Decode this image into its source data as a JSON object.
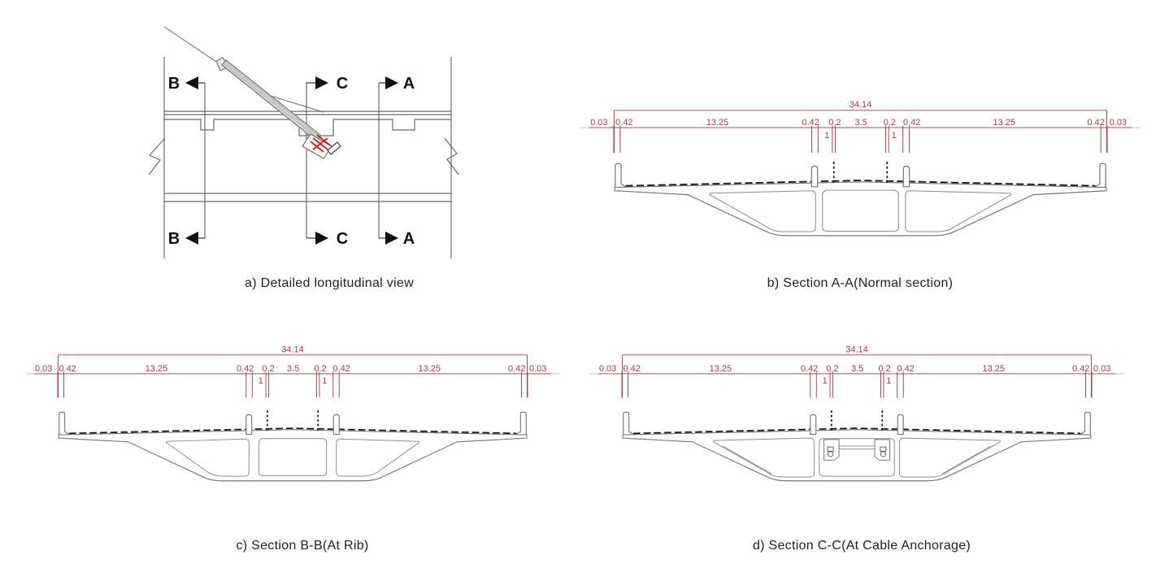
{
  "page": {
    "background": "#ffffff"
  },
  "colors": {
    "dimension_red": "#a83c48",
    "anchor_hatch_red": "#cf2127",
    "linework_gray": "#6e6e6e",
    "caption_black": "#1f1f1f"
  },
  "longitudinal": {
    "caption": "a) Detailed longitudinal view",
    "cut_markers": {
      "B": "B",
      "C": "C",
      "A": "A"
    }
  },
  "dims": {
    "total": "34.14",
    "row": [
      "0.03",
      "0.42",
      "13.25",
      "0.42",
      "0.2",
      "3.5",
      "0.2",
      "0.42",
      "13.25",
      "0.42",
      "0.03"
    ],
    "sub": "1"
  },
  "sections": {
    "b": {
      "caption": "b) Section A-A(Normal section)"
    },
    "c": {
      "caption": "c) Section B-B(At Rib)"
    },
    "d": {
      "caption": "d) Section C-C(At Cable Anchorage)"
    }
  }
}
